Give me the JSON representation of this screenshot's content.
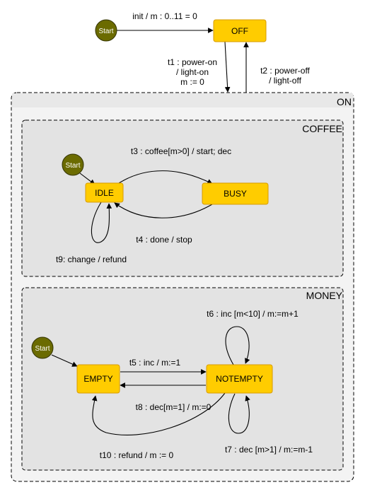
{
  "colors": {
    "state_fill": "#ffcc00",
    "state_stroke": "#d79b00",
    "start_fill": "#6b6b00",
    "region_fill": "#e3e3e3",
    "outer_fill": "#f3f3f3",
    "header_fill": "#e8e8e8"
  },
  "regions": {
    "on": "ON",
    "coffee": "COFFEE",
    "money": "MONEY"
  },
  "states": {
    "off": "OFF",
    "idle": "IDLE",
    "busy": "BUSY",
    "empty": "EMPTY",
    "notempty": "NOTEMPTY"
  },
  "start_label": "Start",
  "transitions": {
    "init": "init / m : 0..11 = 0",
    "t1": [
      "t1 : power-on",
      "/ light-on",
      "m := 0"
    ],
    "t2": [
      "t2 : power-off",
      "/ light-off"
    ],
    "t3": "t3 : coffee[m>0] / start; dec",
    "t4": "t4 : done / stop",
    "t9": "t9: change / refund",
    "t5": "t5 : inc / m:=1",
    "t6": "t6 : inc [m<10] / m:=m+1",
    "t7": "t7 : dec [m>1] / m:=m-1",
    "t8": "t8 : dec[m=1] / m:=0",
    "t10": "t10 : refund / m := 0"
  }
}
